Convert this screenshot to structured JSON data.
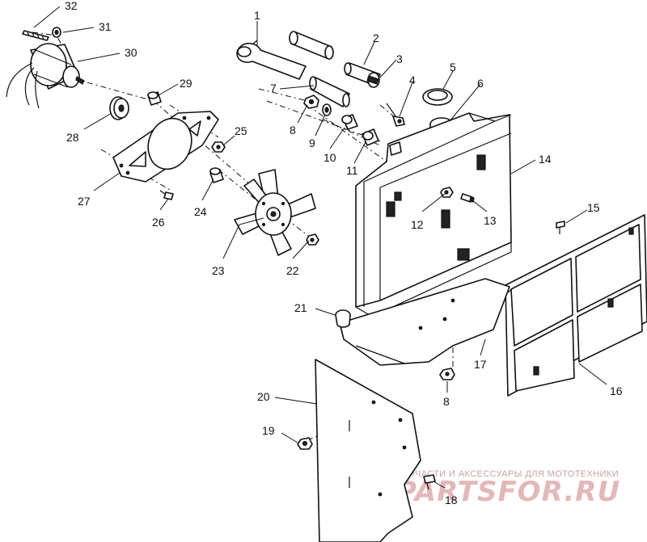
{
  "callouts": [
    {
      "id": "1",
      "text": "1"
    },
    {
      "id": "2",
      "text": "2"
    },
    {
      "id": "3",
      "text": "3"
    },
    {
      "id": "4",
      "text": "4"
    },
    {
      "id": "5",
      "text": "5"
    },
    {
      "id": "6",
      "text": "6"
    },
    {
      "id": "7",
      "text": "7"
    },
    {
      "id": "8a",
      "text": "8"
    },
    {
      "id": "8b",
      "text": "8"
    },
    {
      "id": "9",
      "text": "9"
    },
    {
      "id": "10",
      "text": "10"
    },
    {
      "id": "11",
      "text": "11"
    },
    {
      "id": "12",
      "text": "12"
    },
    {
      "id": "13",
      "text": "13"
    },
    {
      "id": "14",
      "text": "14"
    },
    {
      "id": "15",
      "text": "15"
    },
    {
      "id": "16",
      "text": "16"
    },
    {
      "id": "17",
      "text": "17"
    },
    {
      "id": "18",
      "text": "18"
    },
    {
      "id": "19",
      "text": "19"
    },
    {
      "id": "20",
      "text": "20"
    },
    {
      "id": "21",
      "text": "21"
    },
    {
      "id": "22",
      "text": "22"
    },
    {
      "id": "23",
      "text": "23"
    },
    {
      "id": "24",
      "text": "24"
    },
    {
      "id": "25",
      "text": "25"
    },
    {
      "id": "26",
      "text": "26"
    },
    {
      "id": "27",
      "text": "27"
    },
    {
      "id": "28",
      "text": "28"
    },
    {
      "id": "29",
      "text": "29"
    },
    {
      "id": "30",
      "text": "30"
    },
    {
      "id": "31",
      "text": "31"
    },
    {
      "id": "32",
      "text": "32"
    }
  ],
  "watermark": {
    "tagline": "ЗАПЧАСТИ И АКСЕССУАРЫ ДЛЯ МОТОТЕХНИКИ",
    "logo": "PARTSFOR.RU"
  },
  "colors": {
    "line": "#111111",
    "background": "#ffffff",
    "watermark": "#e3b8b8"
  }
}
